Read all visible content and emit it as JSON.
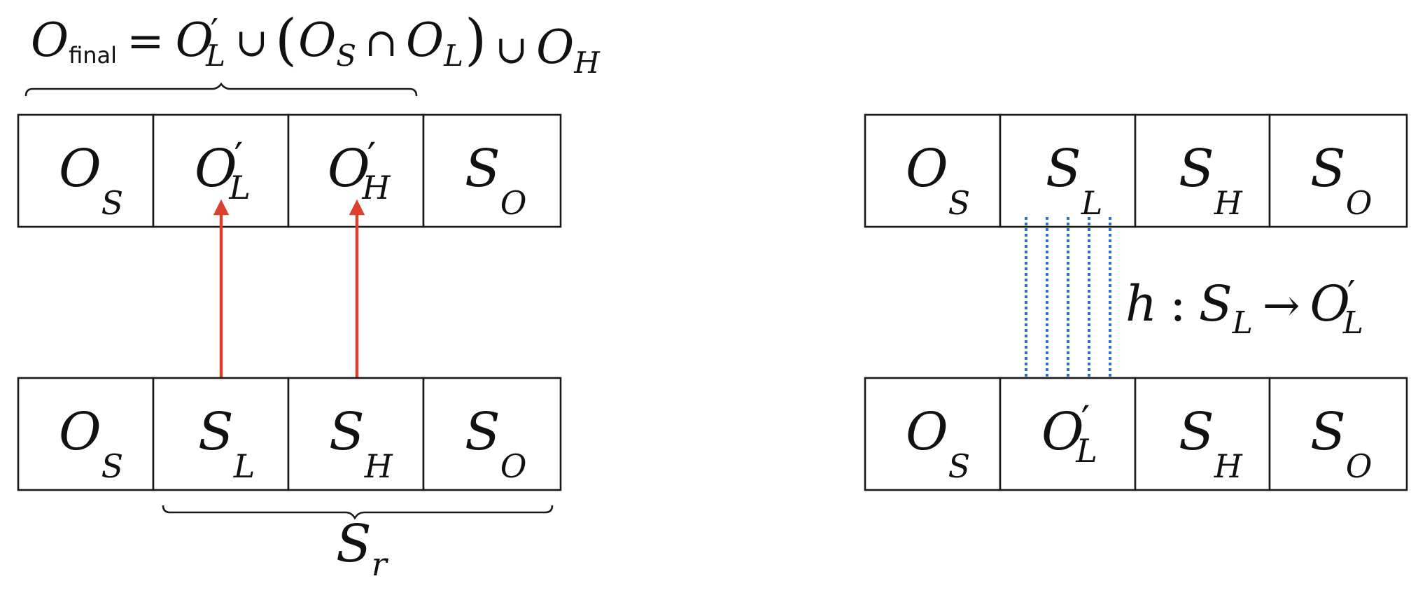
{
  "colors": {
    "red_arrow": "#d9412e",
    "blue_arrow": "#2f73c0",
    "cell_border": "#1a1a1a"
  },
  "formula": {
    "lhs_base": "O",
    "lhs_sub": "final",
    "equals": "=",
    "t1_base": "O",
    "t1_prime": "′",
    "t1_sub": "L",
    "union1": "∪",
    "paren_open": "(",
    "t2_base": "O",
    "t2_sub": "S",
    "intersect": "∩",
    "t3_base": "O",
    "t3_sub": "L",
    "paren_close": ")",
    "union2": "∪",
    "t4_base": "O",
    "t4_sub": "H"
  },
  "left": {
    "top_row": [
      {
        "base": "O",
        "prime": "",
        "sub": "S"
      },
      {
        "base": "O",
        "prime": "′",
        "sub": "L"
      },
      {
        "base": "O",
        "prime": "′",
        "sub": "H"
      },
      {
        "base": "S",
        "prime": "",
        "sub": "O"
      }
    ],
    "bottom_row": [
      {
        "base": "O",
        "prime": "",
        "sub": "S"
      },
      {
        "base": "S",
        "prime": "",
        "sub": "L"
      },
      {
        "base": "S",
        "prime": "",
        "sub": "H"
      },
      {
        "base": "S",
        "prime": "",
        "sub": "O"
      }
    ],
    "brace_label": {
      "base": "S",
      "sub": "r"
    }
  },
  "right": {
    "top_row": [
      {
        "base": "O",
        "prime": "",
        "sub": "S"
      },
      {
        "base": "S",
        "prime": "",
        "sub": "L"
      },
      {
        "base": "S",
        "prime": "",
        "sub": "H"
      },
      {
        "base": "S",
        "prime": "",
        "sub": "O"
      }
    ],
    "bottom_row": [
      {
        "base": "O",
        "prime": "",
        "sub": "S"
      },
      {
        "base": "O",
        "prime": "′",
        "sub": "L"
      },
      {
        "base": "S",
        "prime": "",
        "sub": "H"
      },
      {
        "base": "S",
        "prime": "",
        "sub": "O"
      }
    ],
    "mapping": {
      "func": "h",
      "colon": ":",
      "domain_base": "S",
      "domain_sub": "L",
      "arrow": "→",
      "codomain_base": "O",
      "codomain_prime": "′",
      "codomain_sub": "L"
    }
  }
}
